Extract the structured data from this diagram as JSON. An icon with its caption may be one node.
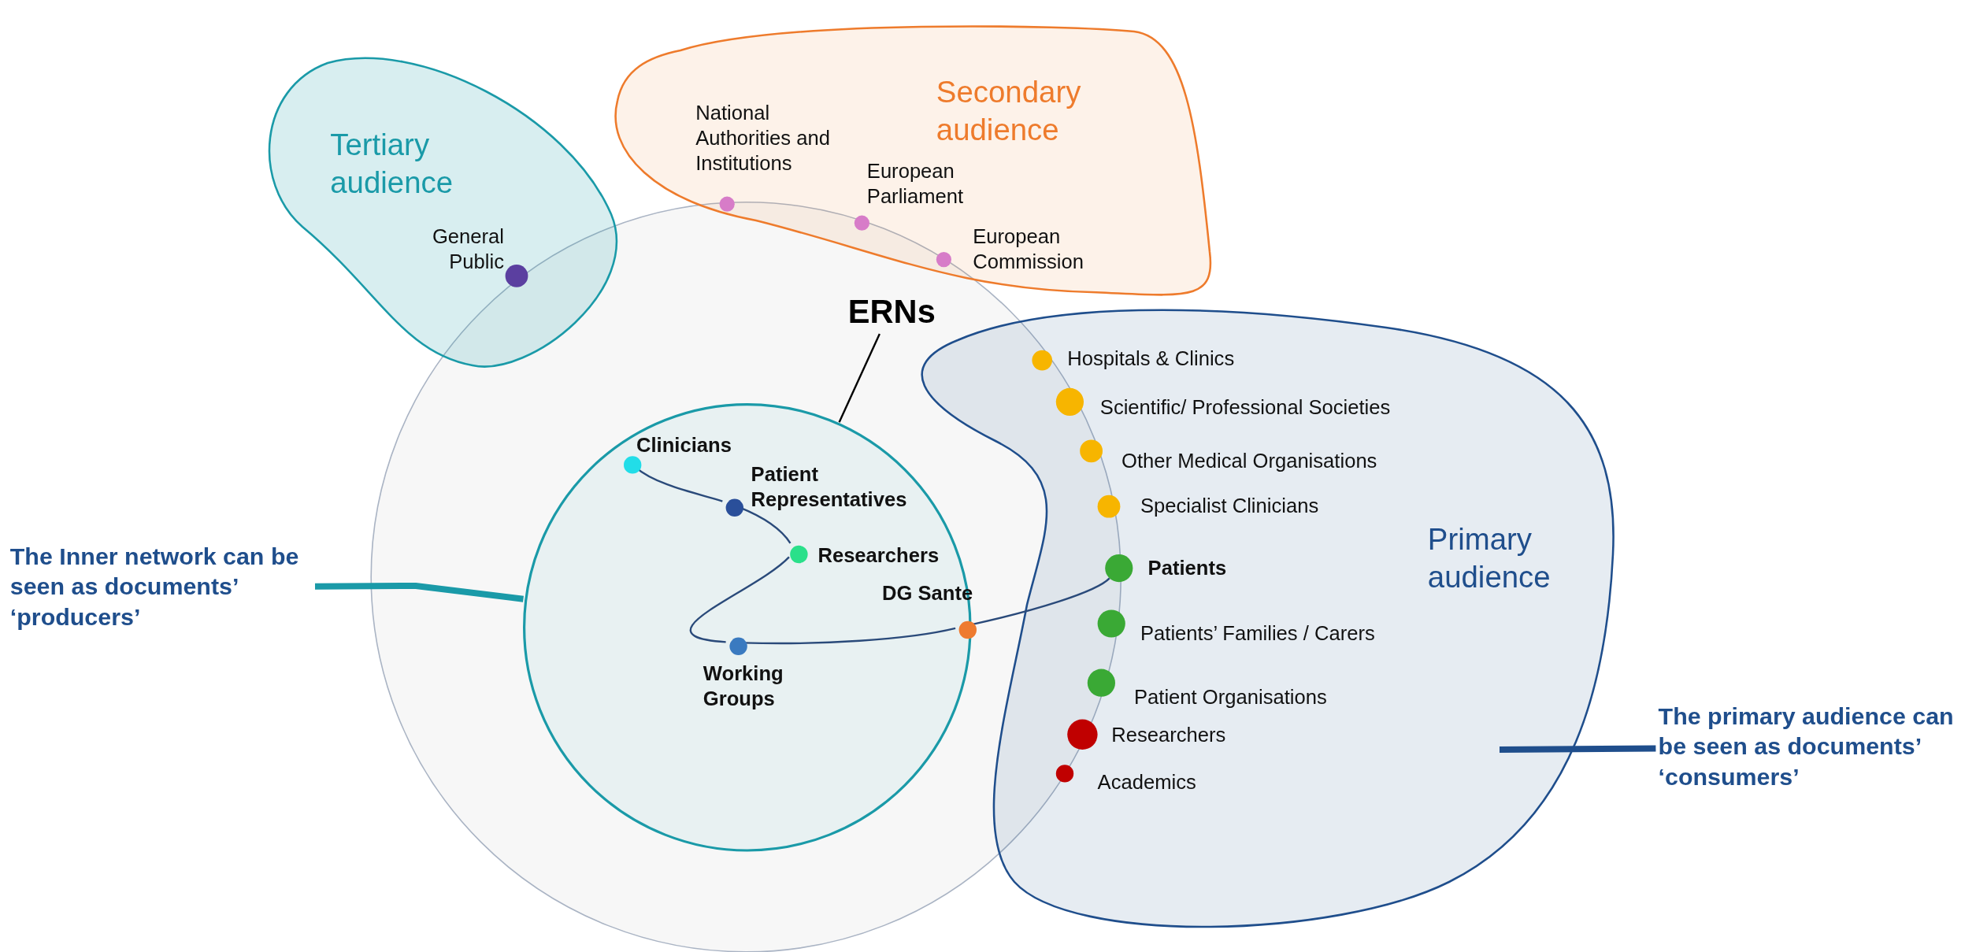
{
  "diagram": {
    "nodes": [
      {
        "text": [
          "Tertiary audience"
        ]
      },
      {
        "text": [
          "Secondary audience"
        ]
      },
      {
        "text": [
          "Primary audience"
        ]
      },
      {
        "text": [],
        "shape": "circle"
      },
      {
        "text": [],
        "shape": "circle",
        "in": 3
      },
      {
        "text": [
          "ERNs"
        ],
        "in": 3
      },
      {
        "text": [
          "General Public"
        ]
      },
      {
        "text": [
          "National Authorities and Institutions"
        ],
        "in": 1
      },
      {
        "text": [
          "European Parliament"
        ]
      },
      {
        "text": [
          "European Commission"
        ]
      },
      {
        "text": [
          "Hospitals & Clinics"
        ]
      },
      {
        "text": [
          "Scientific/ Professional Societies"
        ]
      },
      {
        "text": [
          "Other Medical Organisations"
        ]
      },
      {
        "text": [
          "Specialist Clinicians"
        ]
      },
      {
        "text": [
          "Patients"
        ],
        "in": 2
      },
      {
        "text": [
          "Patients’ Families / Carers"
        ],
        "in": 2
      },
      {
        "text": [
          "Patient Organisations"
        ]
      },
      {
        "text": [
          "Researchers"
        ]
      },
      {
        "text": [
          "Academics"
        ]
      },
      {
        "text": [
          "Clinicians"
        ],
        "in": 4
      },
      {
        "text": [
          "Patient Representatives"
        ],
        "in": 4
      },
      {
        "text": [
          "Researchers"
        ],
        "in": 4
      },
      {
        "text": [
          "Working Groups"
        ],
        "in": 4
      },
      {
        "text": [
          "DG Sante"
        ],
        "in": 4
      },
      {
        "text": [
          "The Inner network can be seen as documents’ ‘producers’"
        ]
      },
      {
        "text": [
          "The primary audience can be seen as documents’ ‘consumers’"
        ]
      }
    ],
    "edges": [
      {
        "from": 5,
        "to": 4,
        "arrow": "none",
        "color": "#000000"
      },
      {
        "from": 19,
        "to": 20,
        "arrow": "none"
      },
      {
        "from": 20,
        "to": 21,
        "arrow": "none"
      },
      {
        "from": 21,
        "to": 22,
        "arrow": "none"
      },
      {
        "from": 22,
        "to": 23,
        "arrow": "none"
      },
      {
        "from": 23,
        "to": 14,
        "arrow": "none"
      },
      {
        "from": 24,
        "to": 4,
        "arrow": "none",
        "style": "thick",
        "color": "#1a9aa8"
      },
      {
        "from": 25,
        "to": 2,
        "arrow": "none",
        "style": "thick",
        "color": "#1f4e8c"
      }
    ]
  }
}
